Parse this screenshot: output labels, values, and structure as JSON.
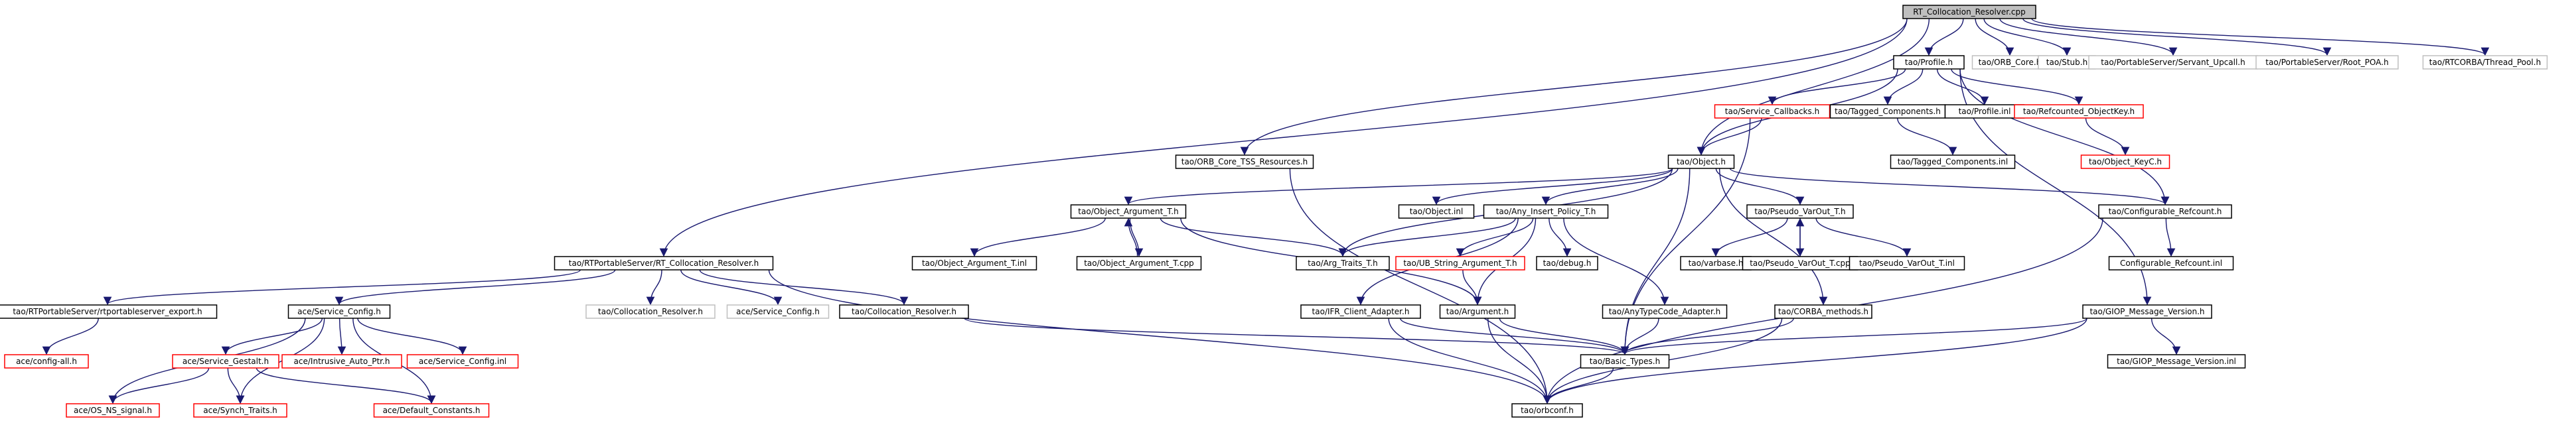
{
  "diagram": {
    "colors": {
      "edge": "#191970",
      "text": "#000000",
      "border_normal": "#000000",
      "border_missing": "#ff0000",
      "border_external": "#bfbfbf",
      "root_fill": "#bfbfbf"
    },
    "nodes": [
      {
        "id": "root",
        "label": "RT_Collocation_Resolver.cpp",
        "style": "root"
      },
      {
        "id": "profile_h",
        "label": "tao/Profile.h",
        "style": "normal"
      },
      {
        "id": "orb_core_h",
        "label": "tao/ORB_Core.h",
        "style": "external"
      },
      {
        "id": "stub_h",
        "label": "tao/Stub.h",
        "style": "external"
      },
      {
        "id": "servant_upcall_h",
        "label": "tao/PortableServer/Servant_Upcall.h",
        "style": "external"
      },
      {
        "id": "root_poa_h",
        "label": "tao/PortableServer/Root_POA.h",
        "style": "external"
      },
      {
        "id": "thread_pool_h",
        "label": "tao/RTCORBA/Thread_Pool.h",
        "style": "external"
      },
      {
        "id": "service_callbacks_h",
        "label": "tao/Service_Callbacks.h",
        "style": "missing"
      },
      {
        "id": "tagged_components_h",
        "label": "tao/Tagged_Components.h",
        "style": "normal"
      },
      {
        "id": "profile_inl",
        "label": "tao/Profile.inl",
        "style": "normal"
      },
      {
        "id": "refcounted_objectkey_h",
        "label": "tao/Refcounted_ObjectKey.h",
        "style": "missing"
      },
      {
        "id": "tagged_components_inl",
        "label": "tao/Tagged_Components.inl",
        "style": "normal"
      },
      {
        "id": "object_keyc_h",
        "label": "tao/Object_KeyC.h",
        "style": "missing"
      },
      {
        "id": "orb_core_tss_h",
        "label": "tao/ORB_Core_TSS_Resources.h",
        "style": "normal"
      },
      {
        "id": "object_h",
        "label": "tao/Object.h",
        "style": "normal"
      },
      {
        "id": "object_argument_t_h",
        "label": "tao/Object_Argument_T.h",
        "style": "normal"
      },
      {
        "id": "object_inl",
        "label": "tao/Object.inl",
        "style": "normal"
      },
      {
        "id": "any_insert_policy_h",
        "label": "tao/Any_Insert_Policy_T.h",
        "style": "normal"
      },
      {
        "id": "pseudo_varout_h",
        "label": "tao/Pseudo_VarOut_T.h",
        "style": "normal"
      },
      {
        "id": "configurable_refcount_h",
        "label": "tao/Configurable_Refcount.h",
        "style": "normal"
      },
      {
        "id": "rt_collocation_resolver_h",
        "label": "tao/RTPortableServer/RT_Collocation_Resolver.h",
        "style": "normal"
      },
      {
        "id": "object_argument_t_inl",
        "label": "tao/Object_Argument_T.inl",
        "style": "normal"
      },
      {
        "id": "object_argument_t_cpp",
        "label": "tao/Object_Argument_T.cpp",
        "style": "normal"
      },
      {
        "id": "arg_traits_h",
        "label": "tao/Arg_Traits_T.h",
        "style": "normal"
      },
      {
        "id": "ub_string_argument_h",
        "label": "tao/UB_String_Argument_T.h",
        "style": "missing"
      },
      {
        "id": "debug_h",
        "label": "tao/debug.h",
        "style": "normal"
      },
      {
        "id": "varbase_h",
        "label": "tao/varbase.h",
        "style": "normal"
      },
      {
        "id": "pseudo_varout_cpp",
        "label": "tao/Pseudo_VarOut_T.cpp",
        "style": "normal"
      },
      {
        "id": "pseudo_varout_inl",
        "label": "tao/Pseudo_VarOut_T.inl",
        "style": "normal"
      },
      {
        "id": "configurable_refcount_inl",
        "label": "Configurable_Refcount.inl",
        "style": "normal"
      },
      {
        "id": "rtportableserver_export_h",
        "label": "tao/RTPortableServer/rtportableserver_export.h",
        "style": "normal"
      },
      {
        "id": "service_config_h",
        "label": "ace/Service_Config.h",
        "style": "normal"
      },
      {
        "id": "collocation_resolver_h_ext",
        "label": "tao/Collocation_Resolver.h",
        "style": "external"
      },
      {
        "id": "ace_service_config_h_ext",
        "label": "ace/Service_Config.h",
        "style": "external"
      },
      {
        "id": "collocation_resolver_h",
        "label": "tao/Collocation_Resolver.h",
        "style": "normal"
      },
      {
        "id": "ifr_client_adapter_h",
        "label": "tao/IFR_Client_Adapter.h",
        "style": "normal"
      },
      {
        "id": "argument_h",
        "label": "tao/Argument.h",
        "style": "normal"
      },
      {
        "id": "anytypecode_adapter_h",
        "label": "tao/AnyTypeCode_Adapter.h",
        "style": "normal"
      },
      {
        "id": "corba_methods_h",
        "label": "tao/CORBA_methods.h",
        "style": "normal"
      },
      {
        "id": "giop_message_version_h",
        "label": "tao/GIOP_Message_Version.h",
        "style": "normal"
      },
      {
        "id": "config_all_h",
        "label": "ace/config-all.h",
        "style": "missing"
      },
      {
        "id": "service_gestalt_h",
        "label": "ace/Service_Gestalt.h",
        "style": "missing"
      },
      {
        "id": "intrusive_auto_ptr_h",
        "label": "ace/Intrusive_Auto_Ptr.h",
        "style": "missing"
      },
      {
        "id": "service_config_inl",
        "label": "ace/Service_Config.inl",
        "style": "missing"
      },
      {
        "id": "basic_types_h",
        "label": "tao/Basic_Types.h",
        "style": "normal"
      },
      {
        "id": "giop_message_version_inl",
        "label": "tao/GIOP_Message_Version.inl",
        "style": "normal"
      },
      {
        "id": "os_ns_signal_h",
        "label": "ace/OS_NS_signal.h",
        "style": "missing"
      },
      {
        "id": "synch_traits_h",
        "label": "ace/Synch_Traits.h",
        "style": "missing"
      },
      {
        "id": "default_constants_h",
        "label": "ace/Default_Constants.h",
        "style": "missing"
      },
      {
        "id": "orbconf_h",
        "label": "tao/orbconf.h",
        "style": "normal"
      }
    ],
    "edges": [
      [
        "root",
        "profile_h"
      ],
      [
        "root",
        "orb_core_h"
      ],
      [
        "root",
        "stub_h"
      ],
      [
        "root",
        "servant_upcall_h"
      ],
      [
        "root",
        "root_poa_h"
      ],
      [
        "root",
        "thread_pool_h"
      ],
      [
        "root",
        "rt_collocation_resolver_h"
      ],
      [
        "root",
        "orb_core_tss_h"
      ],
      [
        "root",
        "object_h"
      ],
      [
        "profile_h",
        "service_callbacks_h"
      ],
      [
        "profile_h",
        "tagged_components_h"
      ],
      [
        "profile_h",
        "profile_inl"
      ],
      [
        "profile_h",
        "refcounted_objectkey_h"
      ],
      [
        "profile_h",
        "object_h"
      ],
      [
        "profile_h",
        "configurable_refcount_h"
      ],
      [
        "profile_h",
        "giop_message_version_h"
      ],
      [
        "service_callbacks_h",
        "object_h"
      ],
      [
        "service_callbacks_h",
        "basic_types_h"
      ],
      [
        "tagged_components_h",
        "tagged_components_inl"
      ],
      [
        "refcounted_objectkey_h",
        "object_keyc_h"
      ],
      [
        "orb_core_tss_h",
        "orbconf_h"
      ],
      [
        "object_h",
        "object_argument_t_h"
      ],
      [
        "object_h",
        "object_inl"
      ],
      [
        "object_h",
        "any_insert_policy_h"
      ],
      [
        "object_h",
        "pseudo_varout_h"
      ],
      [
        "object_h",
        "configurable_refcount_h"
      ],
      [
        "object_h",
        "arg_traits_h"
      ],
      [
        "object_h",
        "corba_methods_h"
      ],
      [
        "object_h",
        "basic_types_h"
      ],
      [
        "object_argument_t_h",
        "object_argument_t_inl"
      ],
      [
        "object_argument_t_h",
        "object_argument_t_cpp"
      ],
      [
        "object_argument_t_cpp",
        "object_argument_t_h"
      ],
      [
        "object_argument_t_h",
        "arg_traits_h"
      ],
      [
        "object_argument_t_h",
        "argument_h"
      ],
      [
        "any_insert_policy_h",
        "arg_traits_h"
      ],
      [
        "any_insert_policy_h",
        "ub_string_argument_h"
      ],
      [
        "any_insert_policy_h",
        "debug_h"
      ],
      [
        "any_insert_policy_h",
        "ifr_client_adapter_h"
      ],
      [
        "any_insert_policy_h",
        "argument_h"
      ],
      [
        "any_insert_policy_h",
        "anytypecode_adapter_h"
      ],
      [
        "ub_string_argument_h",
        "argument_h"
      ],
      [
        "pseudo_varout_h",
        "varbase_h"
      ],
      [
        "pseudo_varout_h",
        "pseudo_varout_cpp"
      ],
      [
        "pseudo_varout_cpp",
        "pseudo_varout_h"
      ],
      [
        "pseudo_varout_h",
        "pseudo_varout_inl"
      ],
      [
        "configurable_refcount_h",
        "configurable_refcount_inl"
      ],
      [
        "configurable_refcount_h",
        "orbconf_h"
      ],
      [
        "rt_collocation_resolver_h",
        "rtportableserver_export_h"
      ],
      [
        "rt_collocation_resolver_h",
        "service_config_h"
      ],
      [
        "rt_collocation_resolver_h",
        "collocation_resolver_h_ext"
      ],
      [
        "rt_collocation_resolver_h",
        "ace_service_config_h_ext"
      ],
      [
        "rt_collocation_resolver_h",
        "collocation_resolver_h"
      ],
      [
        "rt_collocation_resolver_h",
        "orbconf_h"
      ],
      [
        "rtportableserver_export_h",
        "config_all_h"
      ],
      [
        "service_config_h",
        "service_gestalt_h"
      ],
      [
        "service_config_h",
        "intrusive_auto_ptr_h"
      ],
      [
        "service_config_h",
        "service_config_inl"
      ],
      [
        "service_config_h",
        "os_ns_signal_h"
      ],
      [
        "service_config_h",
        "synch_traits_h"
      ],
      [
        "service_config_h",
        "default_constants_h"
      ],
      [
        "service_gestalt_h",
        "os_ns_signal_h"
      ],
      [
        "service_gestalt_h",
        "synch_traits_h"
      ],
      [
        "service_gestalt_h",
        "default_constants_h"
      ],
      [
        "collocation_resolver_h",
        "basic_types_h"
      ],
      [
        "ifr_client_adapter_h",
        "basic_types_h"
      ],
      [
        "ifr_client_adapter_h",
        "orbconf_h"
      ],
      [
        "argument_h",
        "basic_types_h"
      ],
      [
        "argument_h",
        "orbconf_h"
      ],
      [
        "anytypecode_adapter_h",
        "basic_types_h"
      ],
      [
        "corba_methods_h",
        "basic_types_h"
      ],
      [
        "corba_methods_h",
        "orbconf_h"
      ],
      [
        "giop_message_version_h",
        "giop_message_version_inl"
      ],
      [
        "giop_message_version_h",
        "basic_types_h"
      ],
      [
        "giop_message_version_h",
        "orbconf_h"
      ],
      [
        "basic_types_h",
        "orbconf_h"
      ]
    ]
  }
}
